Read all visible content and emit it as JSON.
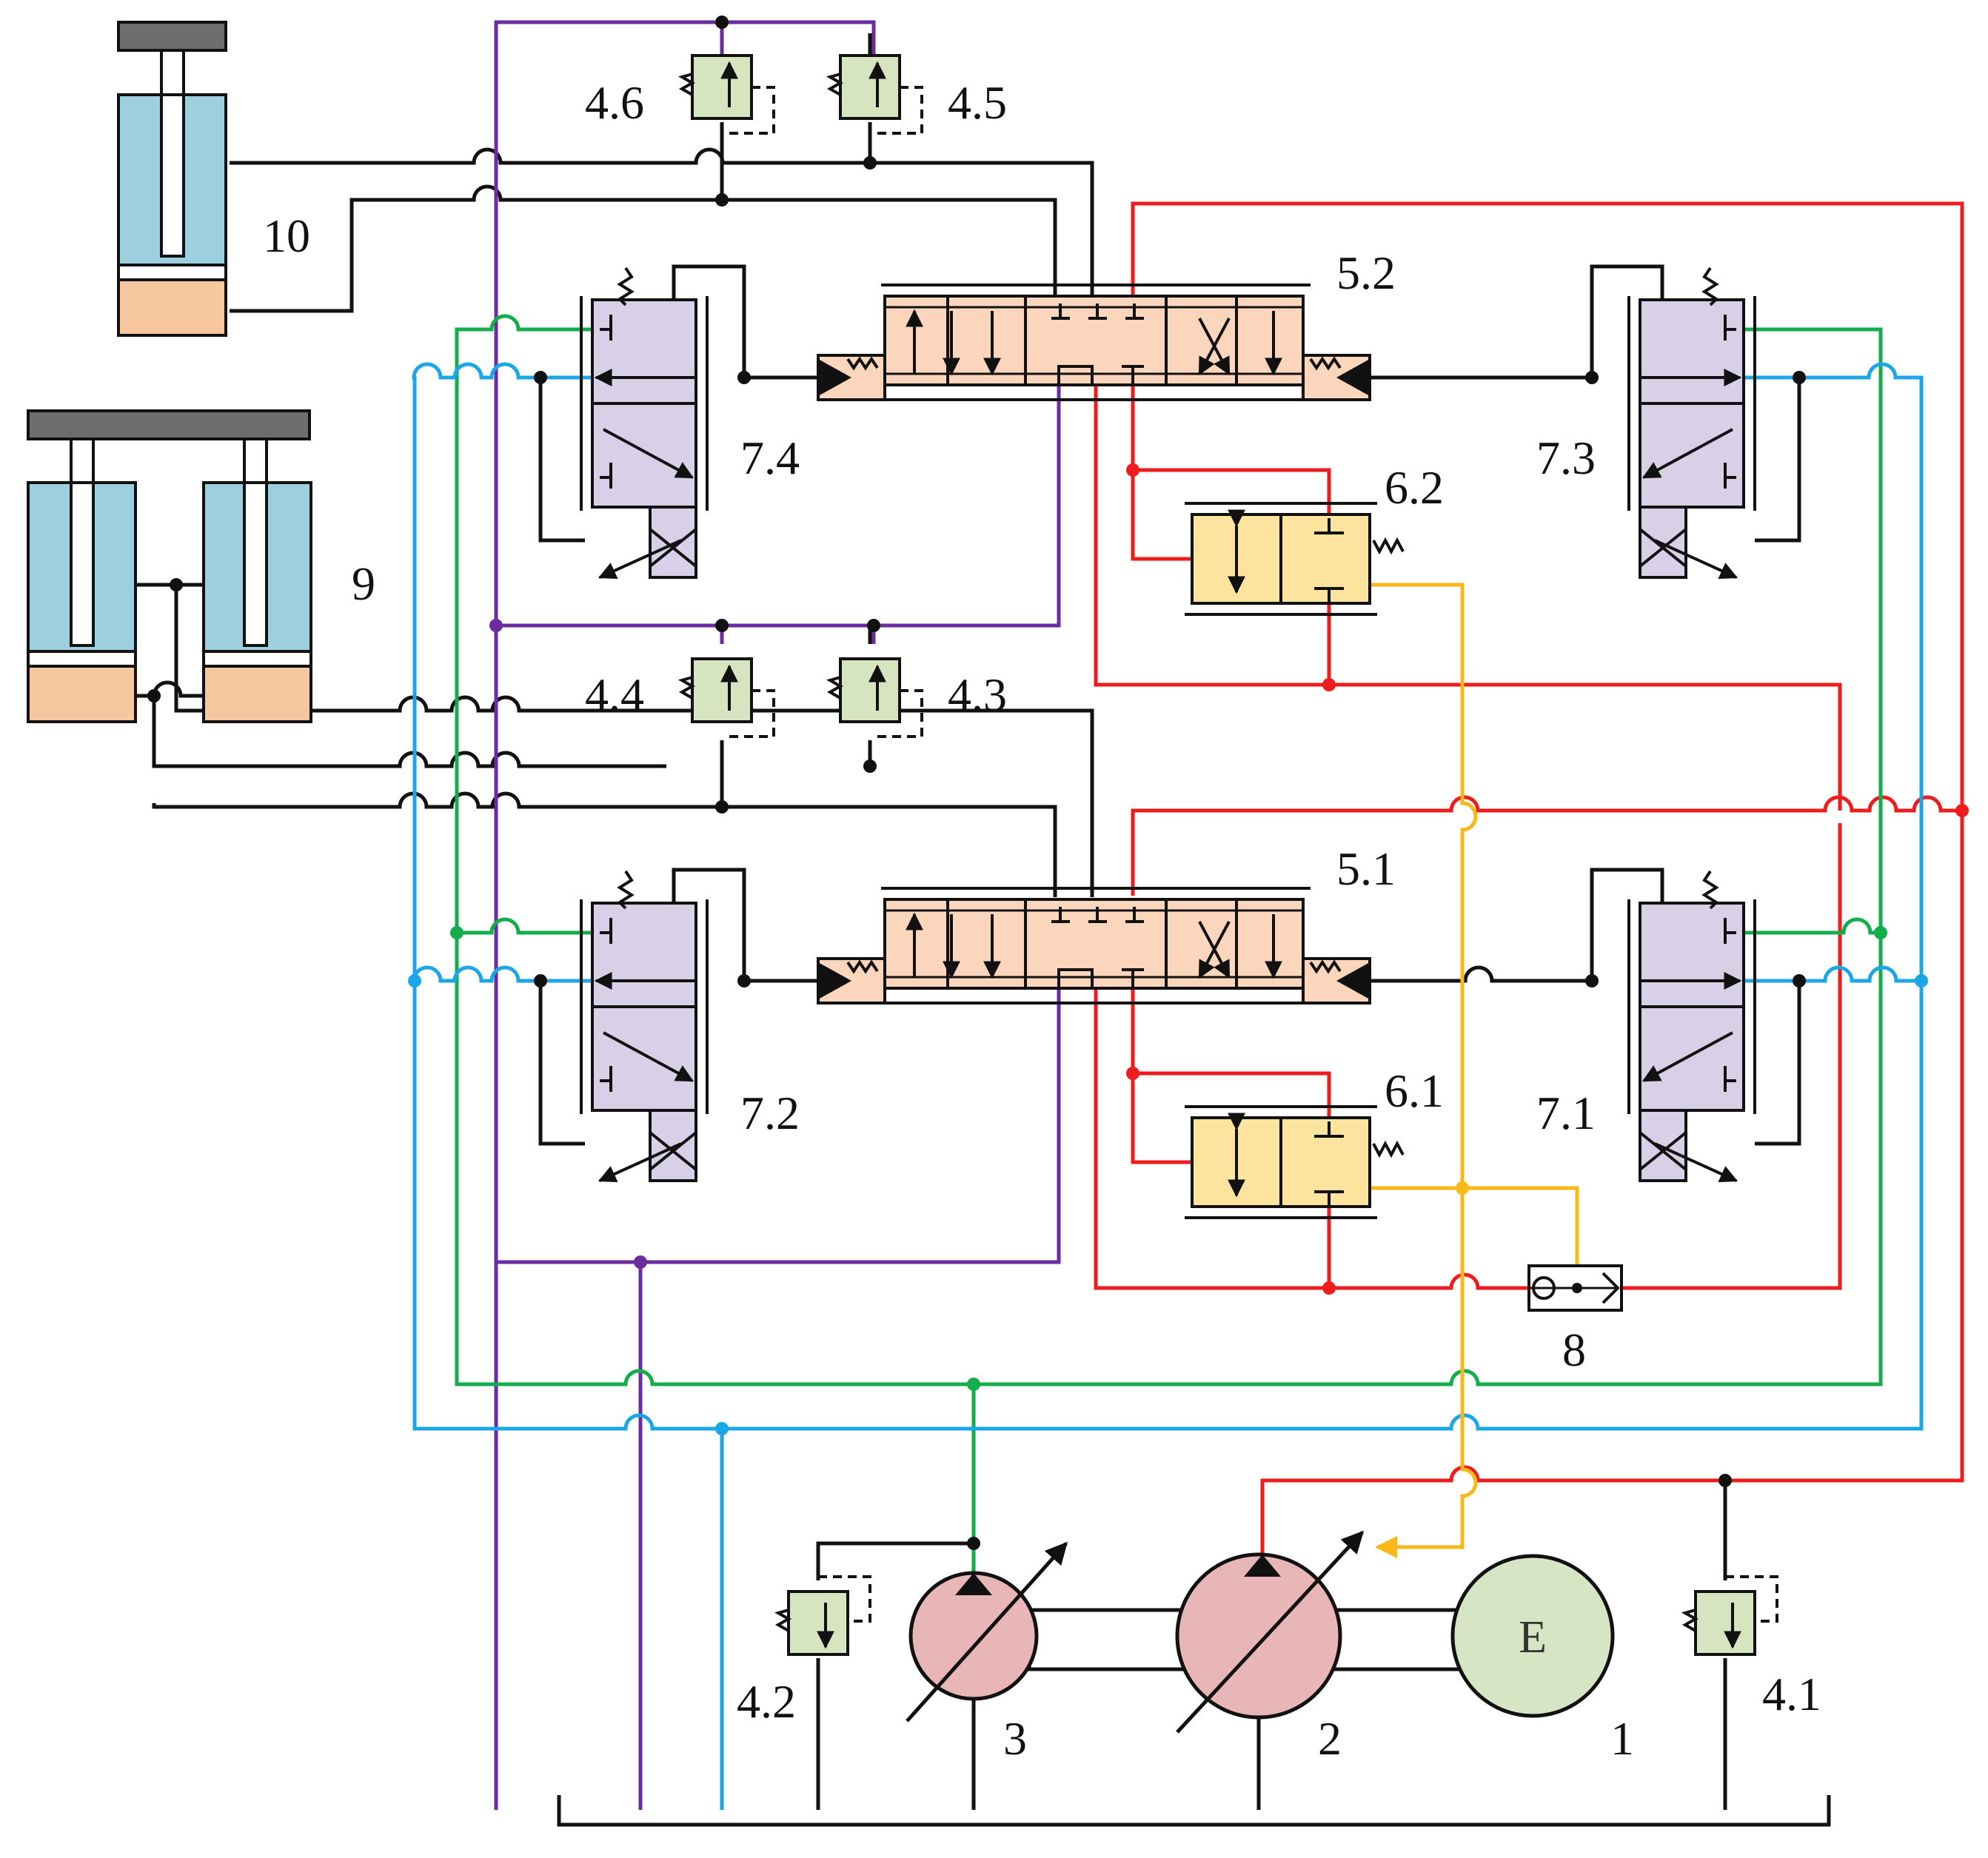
{
  "diagram": {
    "labels": {
      "l1": "1",
      "l2": "2",
      "l3": "3",
      "l41": "4.1",
      "l42": "4.2",
      "l43": "4.3",
      "l44": "4.4",
      "l45": "4.5",
      "l46": "4.6",
      "l51": "5.1",
      "l52": "5.2",
      "l61": "6.1",
      "l62": "6.2",
      "l71": "7.1",
      "l72": "7.2",
      "l73": "7.3",
      "l74": "7.4",
      "l8": "8",
      "l9": "9",
      "l10": "10",
      "motor": "E"
    },
    "colors": {
      "red": "#ee1c1c",
      "green": "#13ad4b",
      "blue": "#1ba6e8",
      "purple": "#6a2ca0",
      "orange": "#f8b817",
      "black": "#111111",
      "cyl_blue": "#9dd0df",
      "cyl_peach": "#f7c79f",
      "plate_gray": "#6e6e6e",
      "valve_peach": "#fbd6bd",
      "valve_purple": "#d8d0e6",
      "valve_yellow": "#fde49e",
      "relief_green": "#d6e4c0",
      "pump_pink": "#e8b6b6",
      "motor_green": "#d6e6c4"
    }
  }
}
